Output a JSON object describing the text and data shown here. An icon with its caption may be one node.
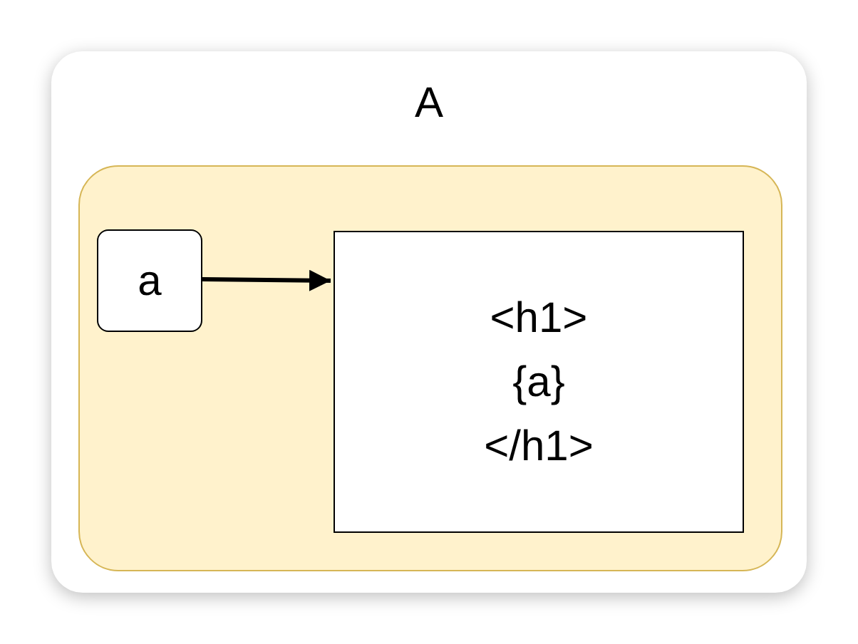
{
  "diagram": {
    "nodes": [
      {
        "text": [
          "A"
        ]
      },
      {
        "text": [],
        "shape": "box",
        "in": 0
      },
      {
        "text": [
          "a"
        ],
        "in": 1
      },
      {
        "text": [
          "<h1> {a} </h1>"
        ],
        "in": 1
      }
    ],
    "edges": [
      {
        "from": 2,
        "to": 3,
        "arrow": "to"
      }
    ]
  }
}
